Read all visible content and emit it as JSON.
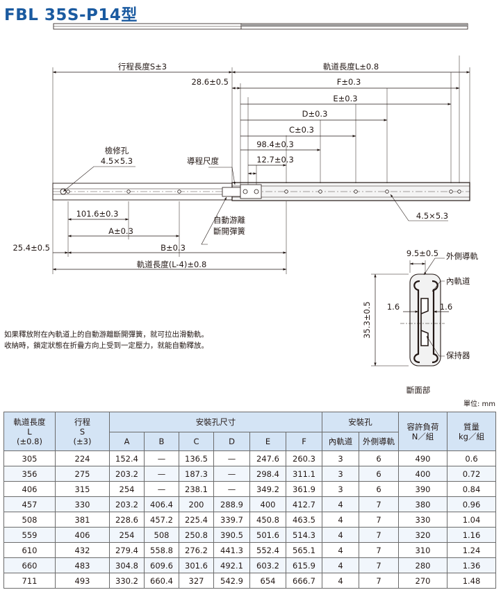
{
  "title": "FBL 35S-P14型",
  "side_view": {
    "stroke_label": "行程長度S±3",
    "rail_length_label": "軌道長度L±0.8",
    "dim_286": "28.6±0.5",
    "dim_F": "F±0.3",
    "dim_E": "E±0.3",
    "dim_D": "D±0.3",
    "dim_C": "C±0.3",
    "dim_984": "98.4±0.3",
    "dim_127": "12.7±0.3",
    "inspection_hole": "檢修孔",
    "inspection_hole_size": "4.5×5.3",
    "stroke_gauge": "導程尺度",
    "mount_hole_size": "4.5×5.3",
    "dim_1016": "101.6±0.3",
    "detach_spring_1": "自動游離",
    "detach_spring_2": "斷開彈簧",
    "dim_A": "A±0.3",
    "dim_254": "25.4±0.5",
    "dim_B": "B±0.3",
    "inner_rail_length": "軌道長度(L-4)±0.8"
  },
  "section_view": {
    "dim_95": "9.5±0.5",
    "outer_rail": "外側導軌",
    "inner_rail": "內軌道",
    "gap_left": "1.6",
    "gap_right": "1.6",
    "height": "35.3±0.5",
    "retainer": "保持器",
    "caption": "斷面部"
  },
  "notes": [
    "如果釋放附在內軌道上的自動游離斷開彈簧，就可拉出滑動軌。",
    "收納時，鎖定狀態在折疊方向上受到一定壓力，就能自動釋放。"
  ],
  "unit": "單位: mm",
  "table": {
    "h_L": [
      "軌道長度",
      "L",
      "(±0.8)"
    ],
    "h_S": [
      "行程",
      "S",
      "(±3)"
    ],
    "h_mount": "安裝孔尺寸",
    "h_mount_cols": [
      "A",
      "B",
      "C",
      "D",
      "E",
      "F"
    ],
    "h_holes": "安裝孔",
    "h_inner": "內軌道",
    "h_outer": "外側導軌",
    "h_load": [
      "容許負荷",
      "N／組"
    ],
    "h_mass": [
      "質量",
      "kg／組"
    ],
    "rows": [
      [
        "305",
        "224",
        "152.4",
        "—",
        "136.5",
        "—",
        "247.6",
        "260.3",
        "3",
        "6",
        "490",
        "0.6"
      ],
      [
        "356",
        "275",
        "203.2",
        "—",
        "187.3",
        "—",
        "298.4",
        "311.1",
        "3",
        "6",
        "400",
        "0.72"
      ],
      [
        "406",
        "315",
        "254",
        "—",
        "238.1",
        "—",
        "349.2",
        "361.9",
        "3",
        "6",
        "390",
        "0.84"
      ],
      [
        "457",
        "330",
        "203.2",
        "406.4",
        "200",
        "288.9",
        "400",
        "412.7",
        "4",
        "7",
        "380",
        "0.96"
      ],
      [
        "508",
        "381",
        "228.6",
        "457.2",
        "225.4",
        "339.7",
        "450.8",
        "463.5",
        "4",
        "7",
        "330",
        "1.04"
      ],
      [
        "559",
        "406",
        "254",
        "508",
        "250.8",
        "390.5",
        "501.6",
        "514.3",
        "4",
        "7",
        "320",
        "1.16"
      ],
      [
        "610",
        "432",
        "279.4",
        "558.8",
        "276.2",
        "441.3",
        "552.4",
        "565.1",
        "4",
        "7",
        "310",
        "1.24"
      ],
      [
        "660",
        "483",
        "304.8",
        "609.6",
        "301.6",
        "492.1",
        "603.2",
        "615.9",
        "4",
        "7",
        "280",
        "1.36"
      ],
      [
        "711",
        "493",
        "330.2",
        "660.4",
        "327",
        "542.9",
        "654",
        "666.7",
        "4",
        "7",
        "270",
        "1.48"
      ]
    ]
  }
}
